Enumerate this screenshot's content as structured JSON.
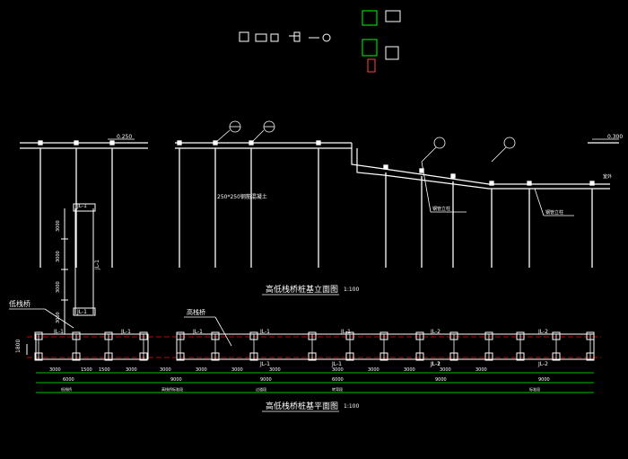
{
  "drawing": {
    "elevation_title": "高低栈桥桩基立面图",
    "elevation_scale": "1:100",
    "plan_title": "高低栈桥桩基平面图",
    "plan_scale": "1:100",
    "level_left": "0.250",
    "level_right": "0.300",
    "beam_note": "250*250钢筋混凝土",
    "callout_1": "钢管立柱",
    "callout_2": "钢管立柱",
    "callout_right": "室外",
    "low_bridge_label": "低栈桥",
    "high_bridge_label": "高栈桥",
    "width_dim": "1800"
  },
  "vertical_plan": {
    "label_top": "JL-1",
    "label_side": "JL-1",
    "label_bottom": "JL-1",
    "dims": [
      "3000",
      "3000",
      "3000",
      "3000"
    ]
  },
  "plan_beams_top": [
    "JL-1",
    "JL-1",
    "JL-1",
    "JL-1",
    "JL-1",
    "JL-2",
    "JL-2"
  ],
  "plan_beams_bottom": [
    "JL-1",
    "JL-1",
    "JL-1",
    "JL-2",
    "JL-2"
  ],
  "dims_row1": [
    "3000",
    "1500",
    "1500",
    "3000",
    "3000",
    "3000",
    "3000",
    "3000",
    "3000",
    "3000",
    "3000",
    "3000",
    "3000"
  ],
  "dims_row2": [
    "6000",
    "9000",
    "9000",
    "6000",
    "9000",
    "9000"
  ],
  "dims_row3": [
    "低栈桥",
    "高栈桥标准段",
    "过道段",
    "转弯段",
    "标准段"
  ]
}
